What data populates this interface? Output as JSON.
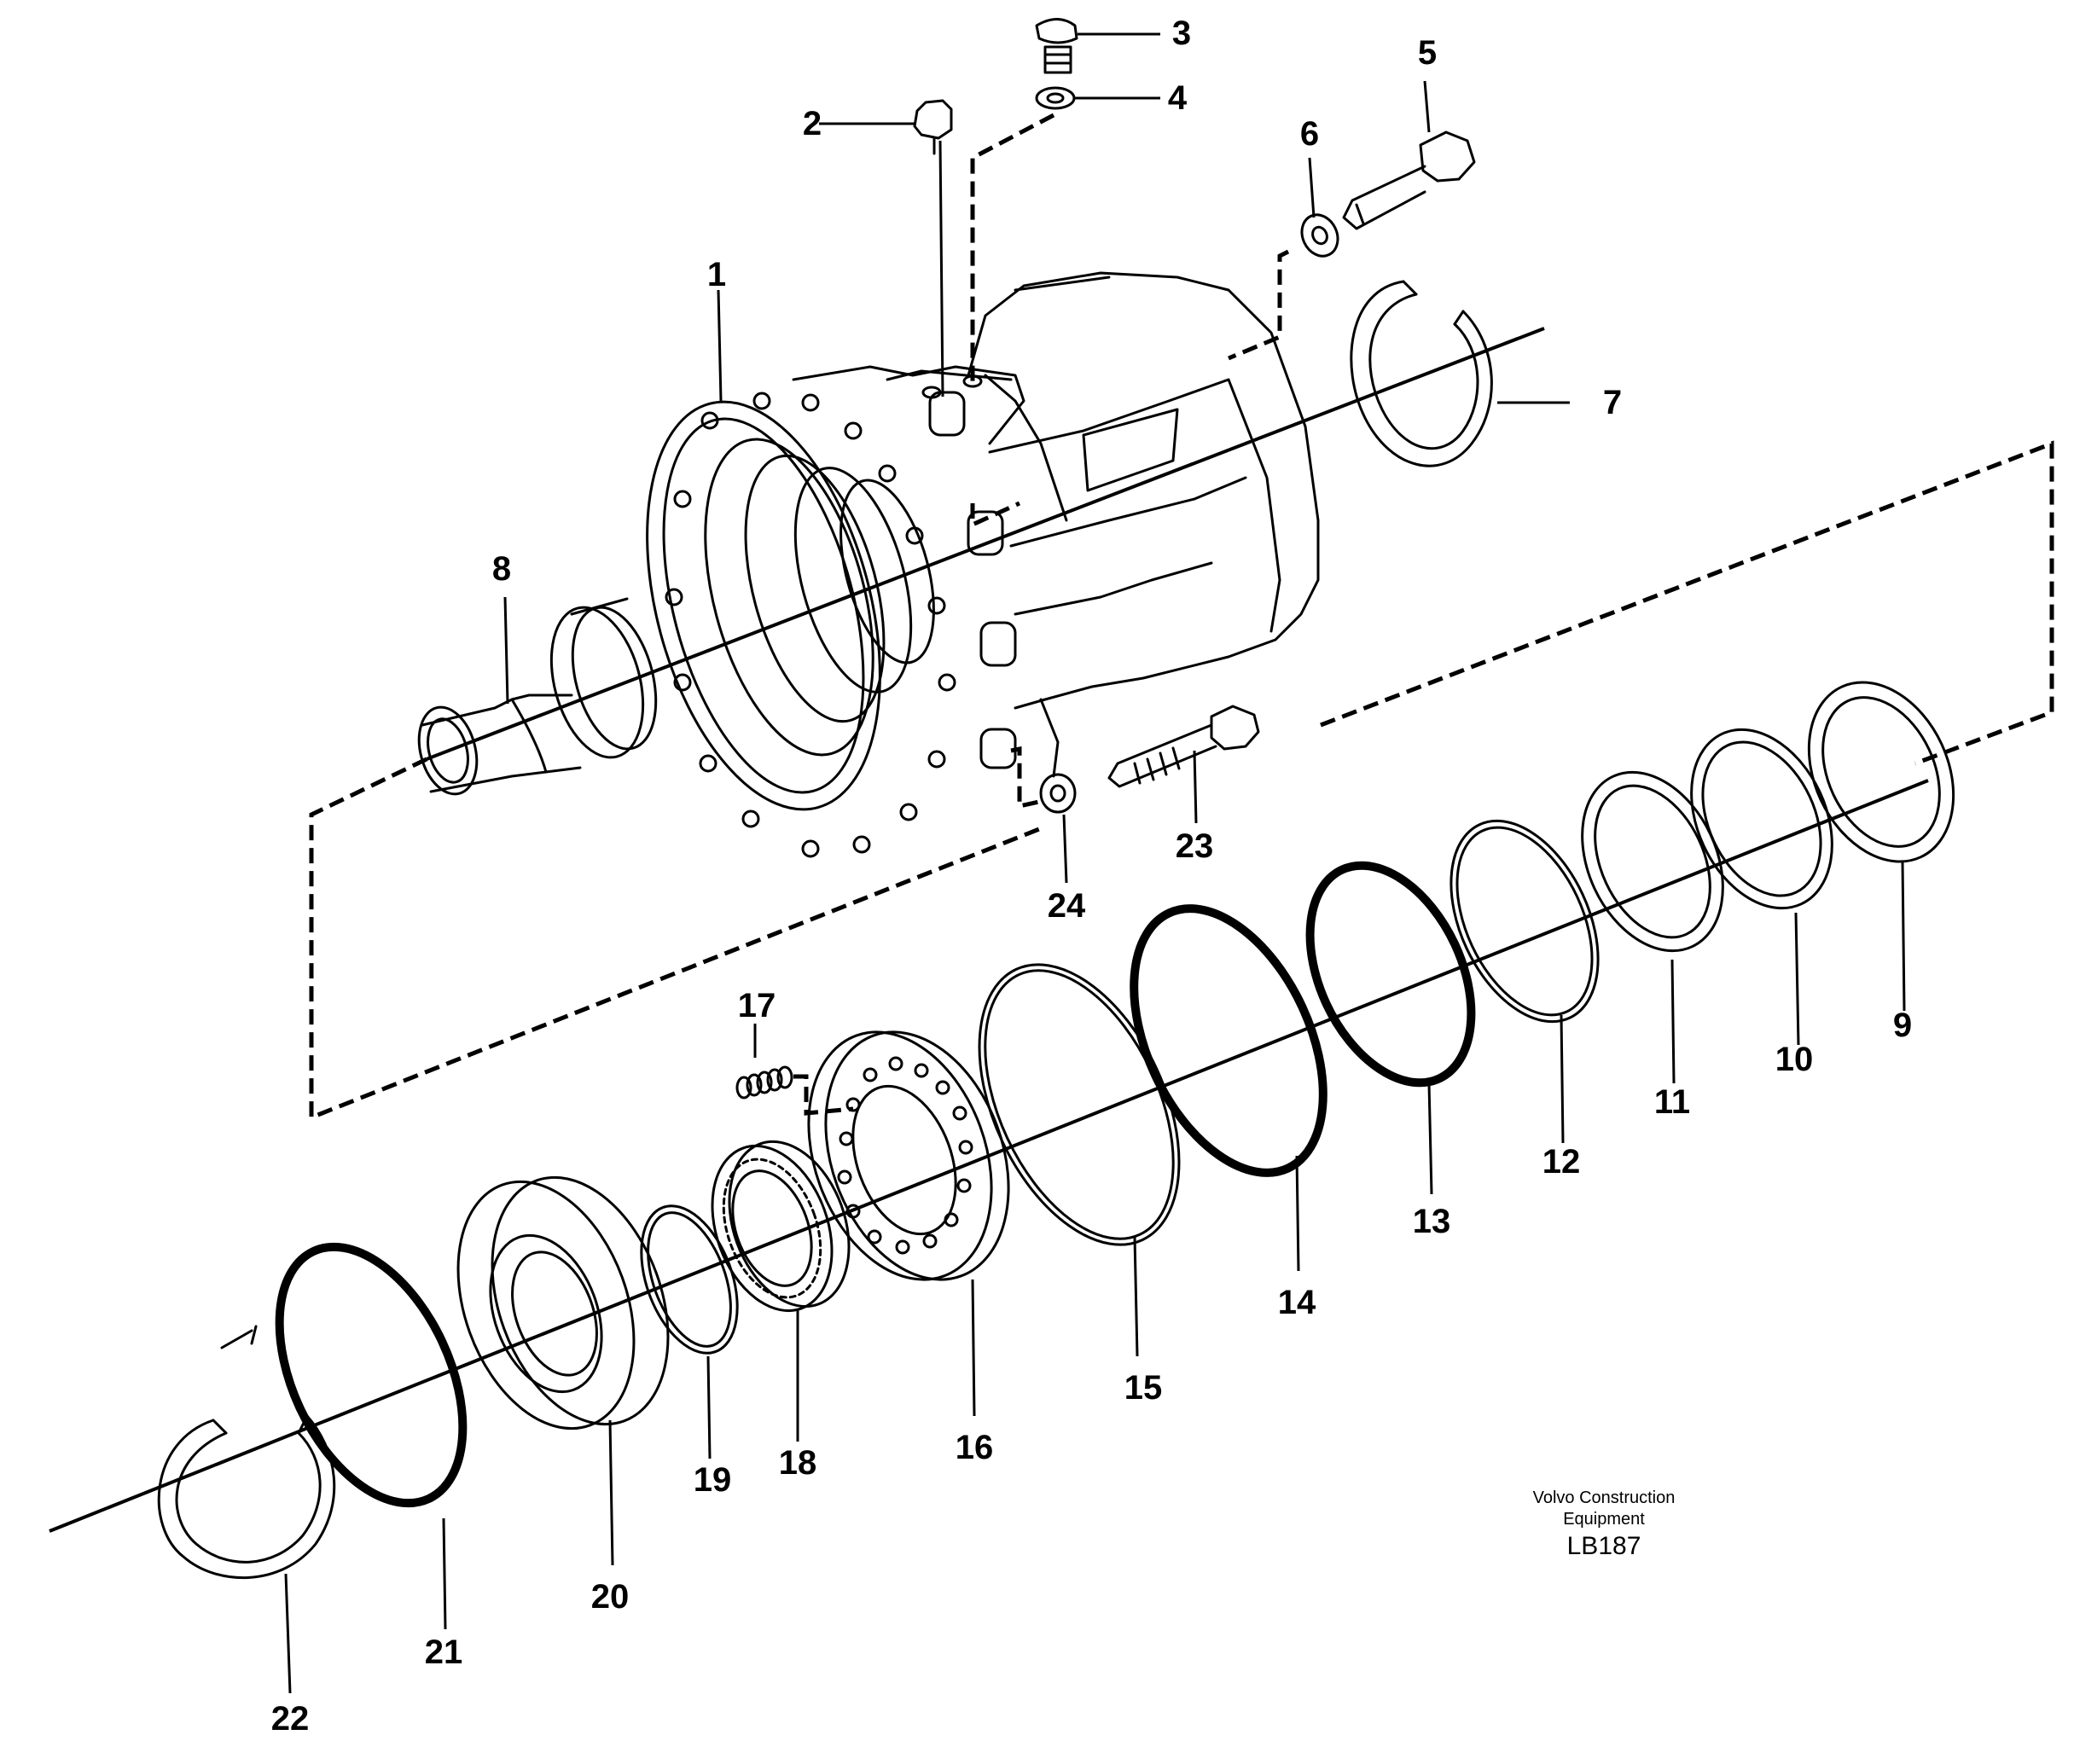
{
  "callouts": [
    "1",
    "2",
    "3",
    "4",
    "5",
    "6",
    "7",
    "8",
    "9",
    "10",
    "11",
    "12",
    "13",
    "14",
    "15",
    "16",
    "17",
    "18",
    "19",
    "20",
    "21",
    "22",
    "23",
    "24"
  ],
  "caption": {
    "line1": "Volvo Construction",
    "line2": "Equipment",
    "code": "LB187"
  }
}
